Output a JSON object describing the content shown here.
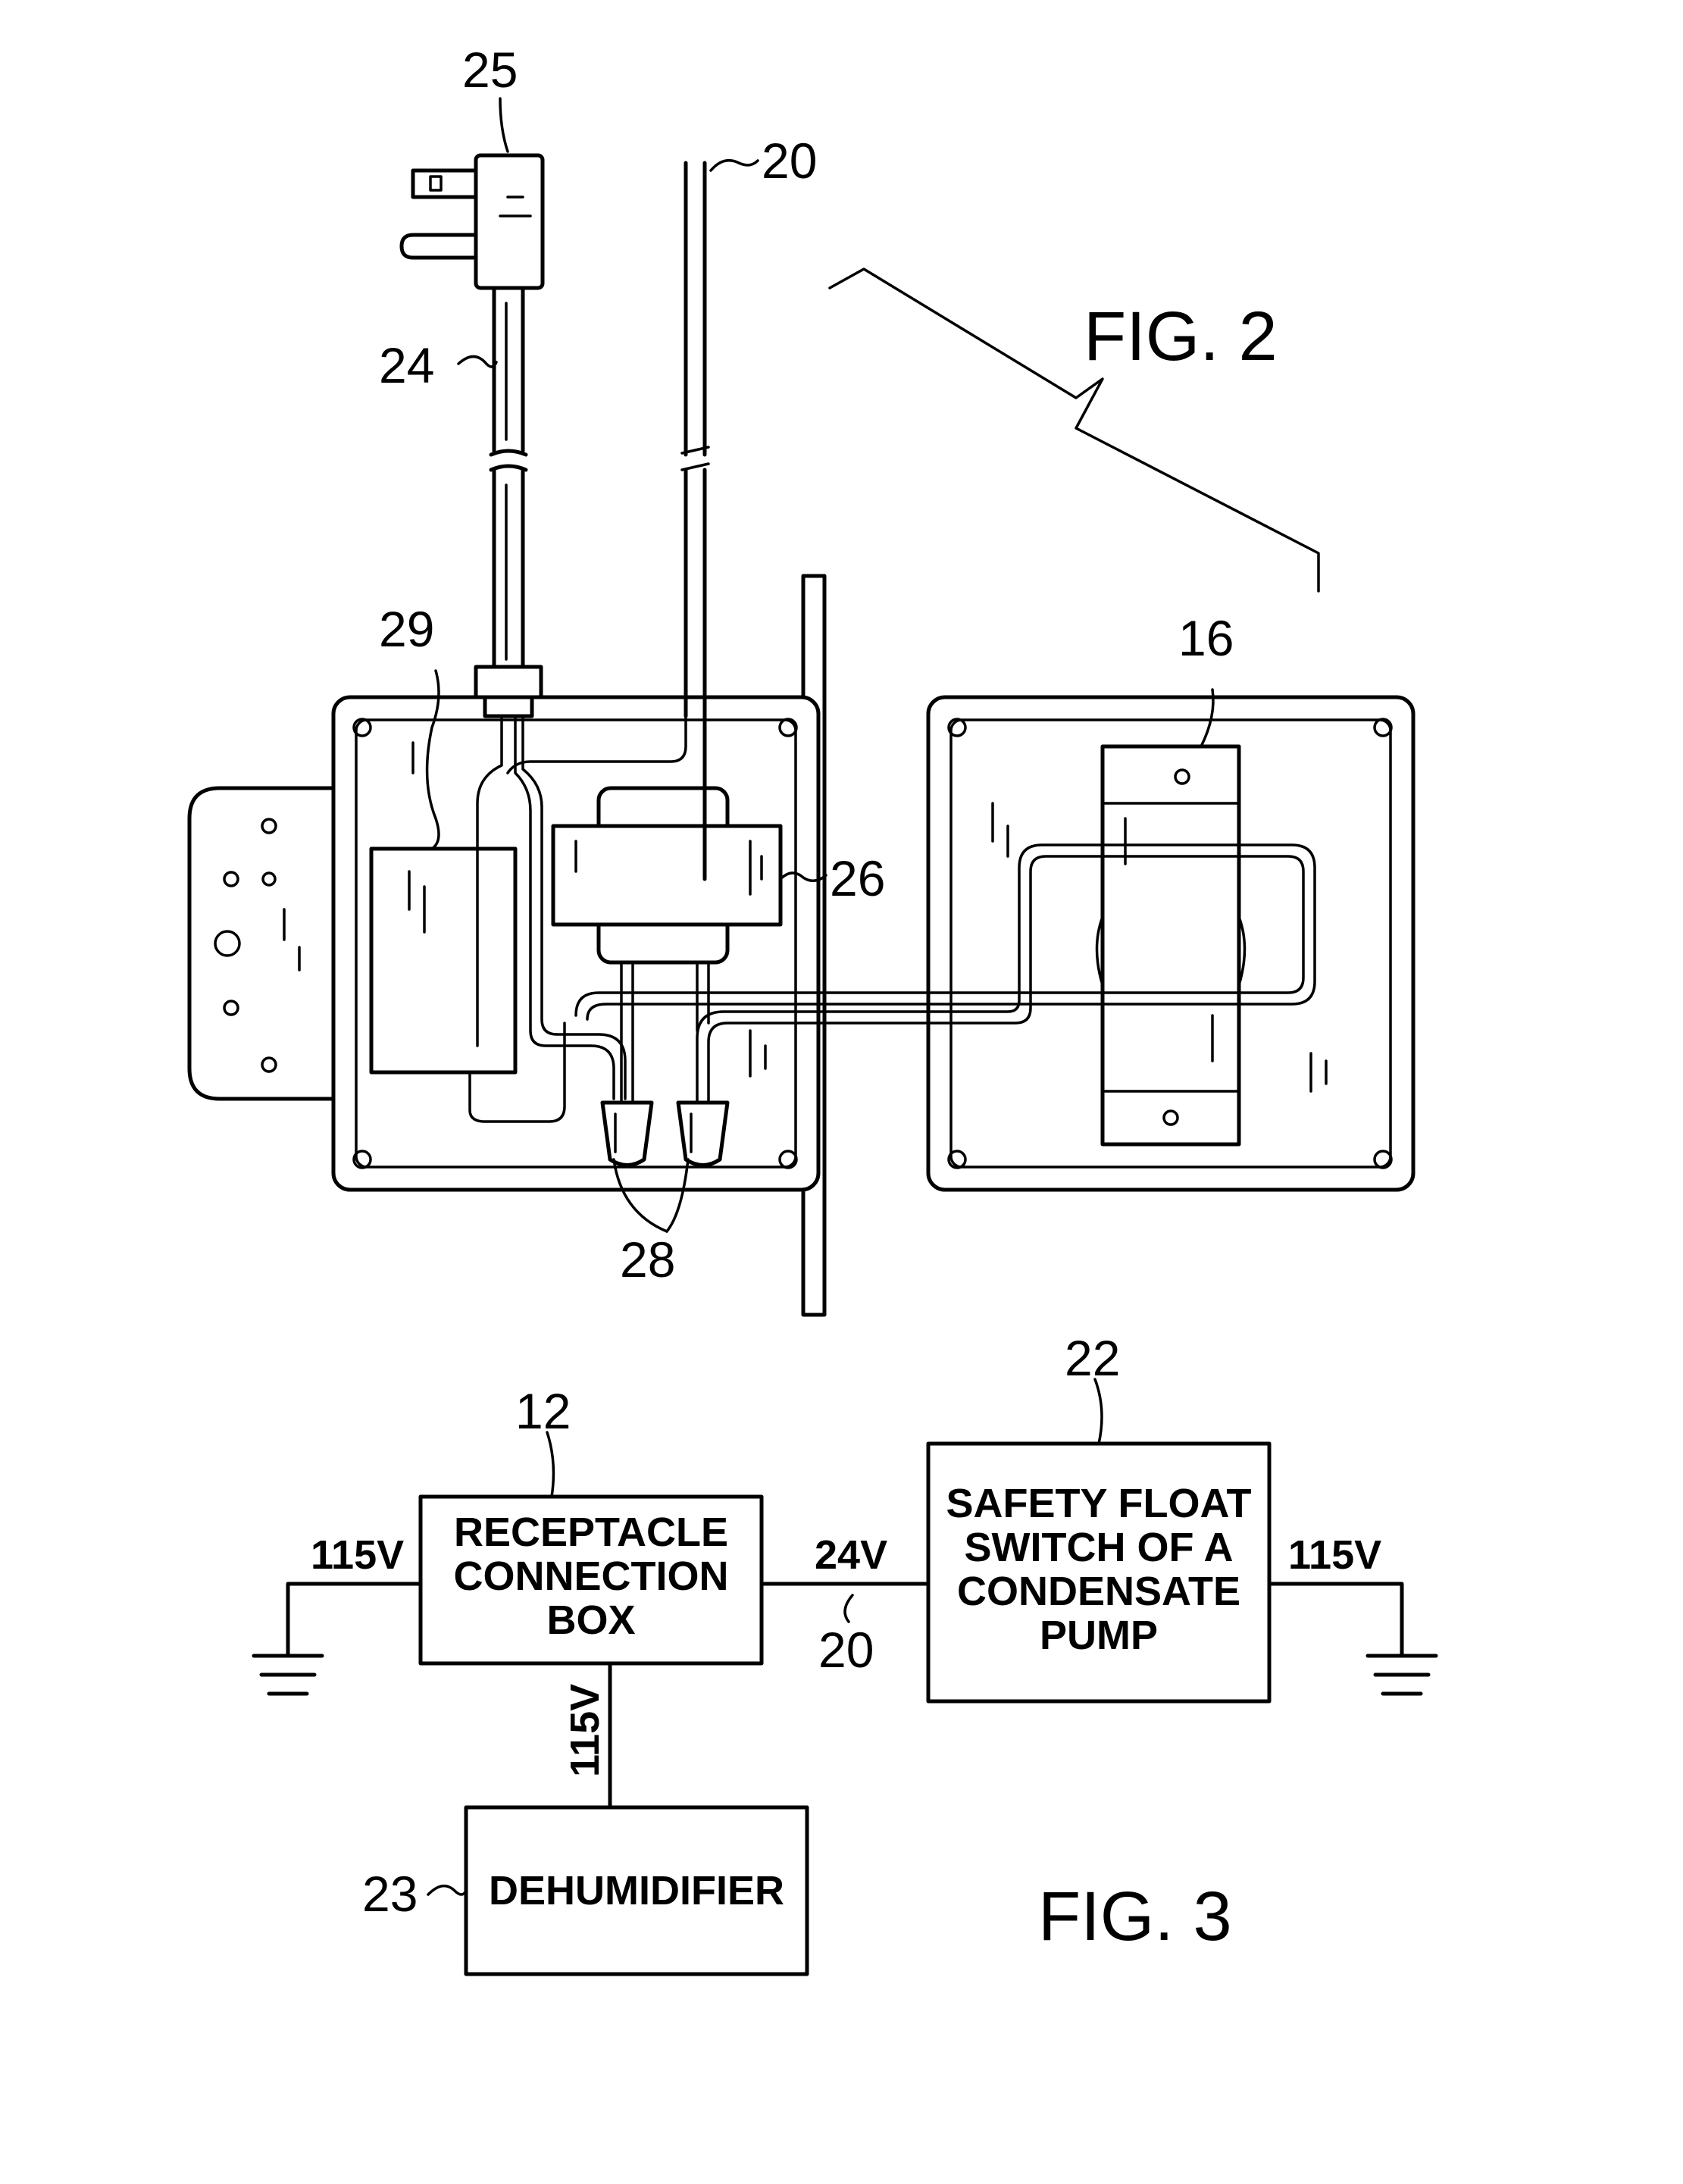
{
  "fig2": {
    "title": "FIG. 2",
    "labels": {
      "plug": "25",
      "cord": "24",
      "signal_wire": "20",
      "controller": "29",
      "transformer": "26",
      "wire_nuts": "28",
      "float_switch": "16"
    }
  },
  "fig3": {
    "title": "FIG. 3",
    "boxes": {
      "receptacle": {
        "ref": "12",
        "lines": [
          "RECEPTACLE",
          "CONNECTION",
          "BOX"
        ]
      },
      "float_switch": {
        "ref": "22",
        "lines": [
          "SAFETY FLOAT",
          "SWITCH OF A",
          "CONDENSATE",
          "PUMP"
        ]
      },
      "dehumidifier": {
        "ref": "23",
        "lines": [
          "DEHUMIDIFIER"
        ]
      }
    },
    "voltages": {
      "left_supply": "115V",
      "link": "24V",
      "link_ref": "20",
      "right_supply": "115V",
      "dehumidifier_feed": "115V"
    }
  }
}
